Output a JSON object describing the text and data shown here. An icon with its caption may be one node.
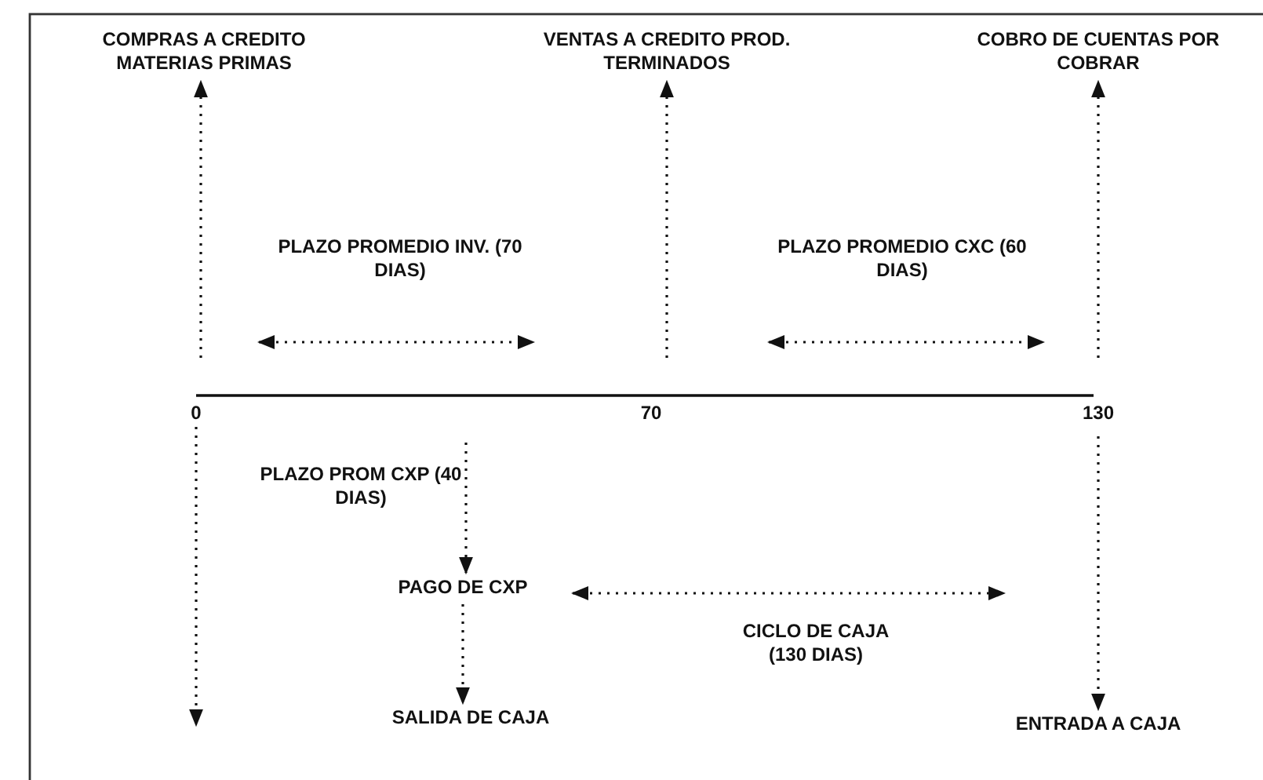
{
  "diagram": {
    "nodes": [
      {
        "text": [
          "COMPRAS A CREDITO MATERIAS PRIMAS"
        ]
      },
      {
        "text": [
          "VENTAS A CREDITO PROD. TERMINADOS"
        ]
      },
      {
        "text": [
          "COBRO DE CUENTAS POR COBRAR"
        ]
      },
      {
        "text": [
          "PAGO DE CXP"
        ]
      },
      {
        "text": [
          "SALIDA DE CAJA"
        ]
      },
      {
        "text": [
          "ENTRADA A CAJA"
        ]
      }
    ],
    "edges": [
      {
        "from": null,
        "to": 0,
        "arrow": "to"
      },
      {
        "from": null,
        "to": 1,
        "arrow": "to"
      },
      {
        "from": null,
        "to": 2,
        "arrow": "to"
      },
      {
        "from": null,
        "to": 3,
        "arrow": "to"
      },
      {
        "from": 3,
        "to": 4,
        "arrow": "to"
      },
      {
        "from": null,
        "to": 5,
        "arrow": "to"
      }
    ],
    "labels": [
      "PLAZO PROMEDIO INV. (70 DIAS)",
      "PLAZO PROMEDIO CXC (60 DIAS)",
      "0",
      "70",
      "130",
      "PLAZO PROM CXP (40 DIAS)",
      "CICLO DE CAJA (130 DIAS)"
    ]
  }
}
